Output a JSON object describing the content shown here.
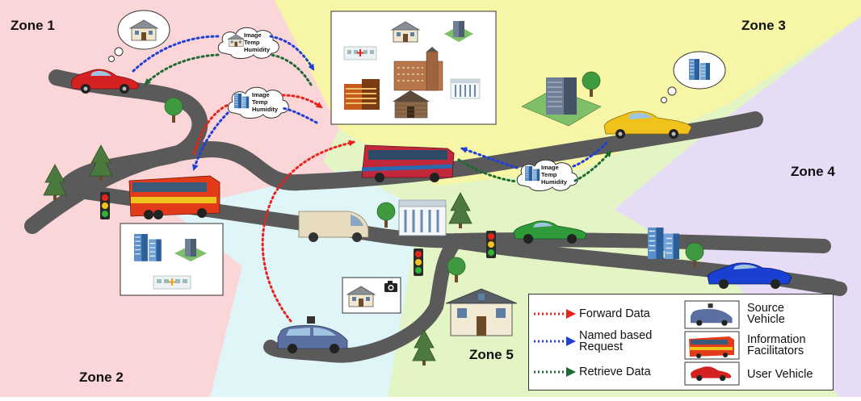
{
  "zones": {
    "zone1": "Zone 1",
    "zone2": "Zone 2",
    "zone3": "Zone 3",
    "zone4": "Zone 4",
    "zone5": "Zone 5"
  },
  "bubble": {
    "line1": "Image",
    "line2": "Temp",
    "line3": "Humidity"
  },
  "legend": {
    "forward": "Forward Data",
    "request_line1": "Named based",
    "request_line2": "Request",
    "retrieve": "Retrieve Data",
    "source_line1": "Source",
    "source_line2": "Vehicle",
    "info_line1": "Information",
    "info_line2": "Facilitators",
    "user": "User Vehicle"
  },
  "colors": {
    "forward": "#e8231c",
    "request": "#1f3fd6",
    "retrieve": "#1d6b32",
    "road": "#5a5a5a",
    "zone1": "#fbd6d8",
    "zone2": "#dff5f8",
    "zone3": "#f7f5a6",
    "zone4": "#e7dcf6",
    "zone5": "#e4f5c5"
  },
  "icons": [
    "house-icon",
    "building-icon",
    "hospital-icon",
    "office-tower-icon",
    "campus-icon",
    "log-cabin-icon",
    "bank-icon",
    "camera-icon",
    "traffic-light-icon",
    "pine-tree-icon",
    "round-tree-icon",
    "bus-icon",
    "car-icon",
    "van-icon",
    "minivan-icon"
  ]
}
